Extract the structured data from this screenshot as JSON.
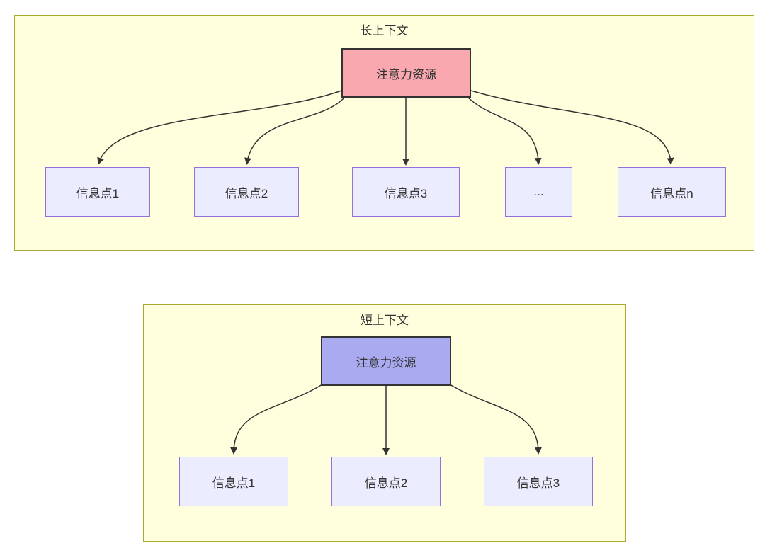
{
  "diagram": {
    "type": "flowchart",
    "colors": {
      "page_background": "#ffffff",
      "container_fill": "#ffffde",
      "container_border": "#aaaa33",
      "node_fill": "#ececff",
      "node_border": "#9370db",
      "edge_color": "#333333",
      "text_color": "#333333"
    },
    "sections": [
      {
        "id": "long-context",
        "title": "长上下文",
        "root": {
          "label": "注意力资源",
          "fill": "#f9a8af",
          "border": "#333333"
        },
        "children": [
          {
            "label": "信息点1"
          },
          {
            "label": "信息点2"
          },
          {
            "label": "信息点3"
          },
          {
            "label": "..."
          },
          {
            "label": "信息点n"
          }
        ]
      },
      {
        "id": "short-context",
        "title": "短上下文",
        "root": {
          "label": "注意力资源",
          "fill": "#aaaaf0",
          "border": "#333333"
        },
        "children": [
          {
            "label": "信息点1"
          },
          {
            "label": "信息点2"
          },
          {
            "label": "信息点3"
          }
        ]
      }
    ]
  }
}
